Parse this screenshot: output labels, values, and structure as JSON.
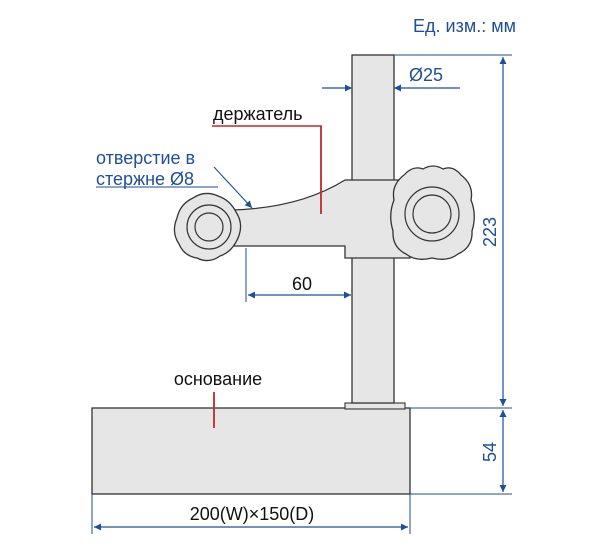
{
  "labels": {
    "units": "Ед. изм.: мм",
    "rod_diameter": "Ø25",
    "holder": "держатель",
    "hole_line1": "отверстие в",
    "hole_line2": "стержне Ø8",
    "arm_length": "60",
    "total_height": "223",
    "base": "основание",
    "base_height": "54",
    "base_size": "200(W)×150(D)"
  },
  "colors": {
    "dimension": "#1f4e9a",
    "leader_red": "#c0282d",
    "part_fill": "#e6e6e6",
    "outline": "#333333"
  }
}
